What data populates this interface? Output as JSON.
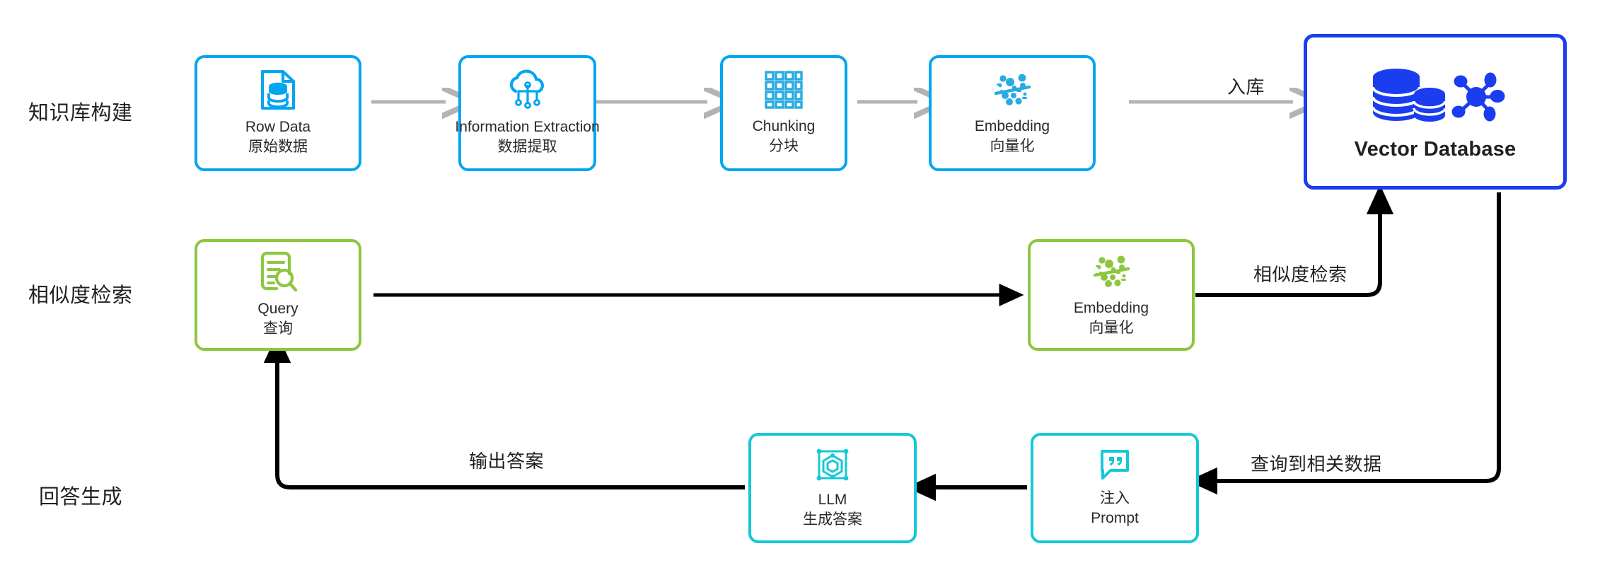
{
  "diagram": {
    "title": "RAG pipeline flow diagram",
    "background": "#ffffff"
  },
  "colors": {
    "blue": "#00a6ef",
    "green": "#8dc63f",
    "cyan": "#15c8d8",
    "db_blue": "#1a3df0",
    "gray_arrow": "#b3b3b3",
    "black_arrow": "#000000",
    "text": "#231f20"
  },
  "stages": [
    {
      "label": "知识库构建",
      "name": "stage-knowledge-base-construction"
    },
    {
      "label": "相似度检索",
      "name": "stage-similarity-retrieval"
    },
    {
      "label": "回答生成",
      "name": "stage-answer-generation"
    }
  ],
  "nodes": {
    "row_data": {
      "en": "Row Data",
      "cn": "原始数据",
      "icon": "document-database-icon"
    },
    "info_extract": {
      "en": "Information Extraction",
      "cn": "数据提取",
      "icon": "cloud-network-icon"
    },
    "chunking": {
      "en": "Chunking",
      "cn": "分块",
      "icon": "grid-blocks-icon"
    },
    "embedding_top": {
      "en": "Embedding",
      "cn": "向量化",
      "icon": "scatter-vector-icon"
    },
    "vector_db": {
      "en": "Vector Database",
      "cn": "",
      "icon": "database-stack-icon"
    },
    "query": {
      "en": "Query",
      "cn": "查询",
      "icon": "document-search-icon"
    },
    "embedding_mid": {
      "en": "Embedding",
      "cn": "向量化",
      "icon": "scatter-vector-icon"
    },
    "llm": {
      "en": "LLM",
      "cn": "生成答案",
      "icon": "cube-model-icon"
    },
    "prompt": {
      "en": "注入",
      "cn": "Prompt",
      "icon": "quote-bubble-icon"
    }
  },
  "edges": {
    "ingest": "入库",
    "similarity": "相似度检索",
    "retrieved": "查询到相关数据",
    "output_answer": "输出答案"
  }
}
